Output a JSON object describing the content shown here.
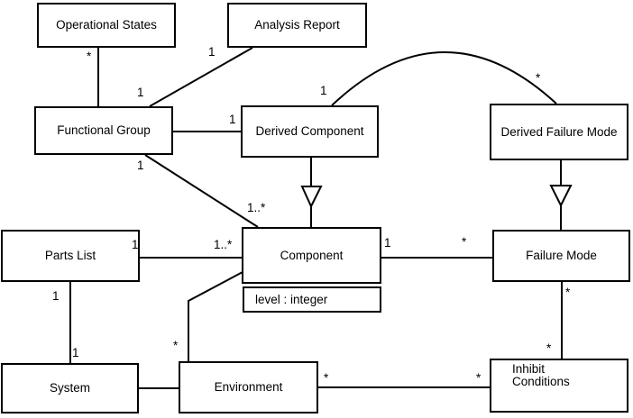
{
  "diagram": {
    "kind": "uml-class-diagram",
    "colors": {
      "line": "#000000",
      "text": "#000000",
      "background": "#ffffff",
      "box_fill": "#ffffff"
    },
    "classes": [
      {
        "name": "Operational States"
      },
      {
        "name": "Analysis Report"
      },
      {
        "name": "Functional Group"
      },
      {
        "name": "Derived Component"
      },
      {
        "name": "Derived Failure Mode"
      },
      {
        "name": "Parts List"
      },
      {
        "name": "Component",
        "attributes": [
          "level : integer"
        ]
      },
      {
        "name": "Failure Mode"
      },
      {
        "name": "System"
      },
      {
        "name": "Environment"
      },
      {
        "name": "Inhibit Conditions"
      }
    ],
    "generalizations": [
      {
        "child": "Derived Component",
        "parent": "Component"
      },
      {
        "child": "Derived Failure Mode",
        "parent": "Failure Mode"
      }
    ],
    "multiplicity_labels": [
      {
        "text": "*",
        "association": "Operational States - Functional Group",
        "end": "Operational States"
      },
      {
        "text": "1",
        "association": "Analysis Report - Functional Group",
        "end": "Analysis Report"
      },
      {
        "text": "1",
        "association": "Analysis Report - Functional Group",
        "end": "Functional Group"
      },
      {
        "text": "1",
        "association": "Functional Group - Derived Component",
        "end": "Derived Component"
      },
      {
        "text": "1",
        "association": "Derived Component - Derived Failure Mode",
        "end": "Derived Component"
      },
      {
        "text": "*",
        "association": "Derived Component - Derived Failure Mode",
        "end": "Derived Failure Mode"
      },
      {
        "text": "1",
        "association": "Functional Group - Component",
        "end": "Functional Group"
      },
      {
        "text": "1..*",
        "association": "Functional Group - Component",
        "end": "Component"
      },
      {
        "text": "1",
        "association": "Parts List - Component",
        "end": "Parts List"
      },
      {
        "text": "1..*",
        "association": "Parts List - Component",
        "end": "Component"
      },
      {
        "text": "1",
        "association": "Component - Failure Mode",
        "end": "Component"
      },
      {
        "text": "*",
        "association": "Component - Failure Mode",
        "end": "Failure Mode"
      },
      {
        "text": "1",
        "association": "Parts List - System",
        "end": "Parts List"
      },
      {
        "text": "1",
        "association": "Parts List - System",
        "end": "System"
      },
      {
        "text": "*",
        "association": "Environment - Component",
        "end": "Environment"
      },
      {
        "text": "*",
        "association": "Environment - Inhibit Conditions",
        "end": "Environment"
      },
      {
        "text": "*",
        "association": "Environment - Inhibit Conditions",
        "end": "Inhibit Conditions"
      },
      {
        "text": "*",
        "association": "Failure Mode - Inhibit Conditions",
        "end": "Failure Mode"
      },
      {
        "text": "*",
        "association": "Failure Mode - Inhibit Conditions",
        "end": "Inhibit Conditions"
      }
    ]
  }
}
